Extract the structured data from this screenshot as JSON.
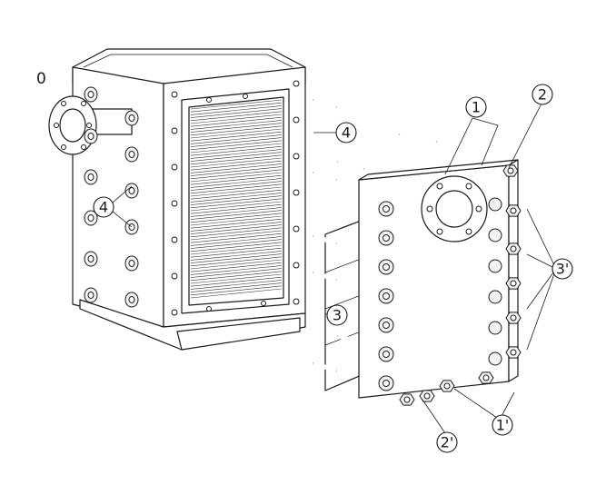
{
  "figure_label": "0",
  "callouts": [
    {
      "id": "c1",
      "text": "1"
    },
    {
      "id": "c2",
      "text": "2"
    },
    {
      "id": "c3r",
      "text": "3'"
    },
    {
      "id": "c4a",
      "text": "4"
    },
    {
      "id": "c4b",
      "text": "4"
    },
    {
      "id": "c3",
      "text": "3"
    },
    {
      "id": "c2p",
      "text": "2'"
    },
    {
      "id": "c1p",
      "text": "1'"
    }
  ],
  "colors": {
    "line": "#1a1a1a",
    "background": "#ffffff",
    "fin_shade": "#e8e8e8"
  }
}
